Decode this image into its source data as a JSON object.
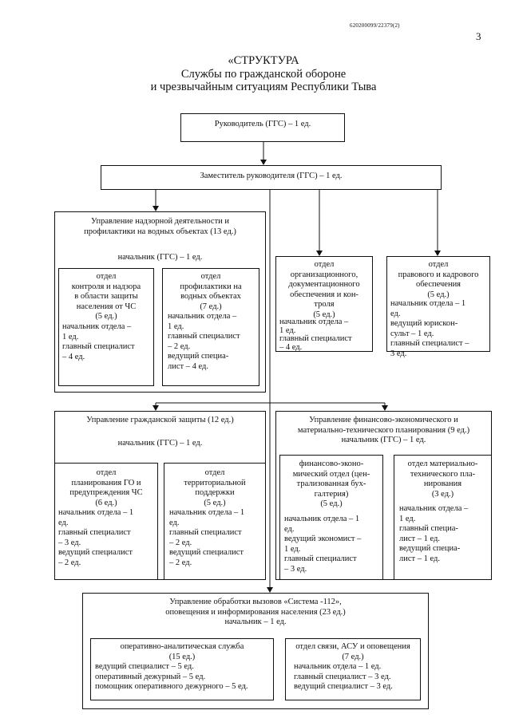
{
  "doc_id": "620200099/22379(2)",
  "page_number": "3",
  "title": {
    "line1": "«СТРУКТУРА",
    "line2": "Службы по гражданской обороне",
    "line3": "и чрезвычайным ситуациям Республики Тыва"
  },
  "head": "Руководитель (ГГС) – 1 ед.",
  "deputy": "Заместитель руководителя (ГГС) – 1 ед.",
  "supervision": {
    "title": "Управление надзорной деятельности и\nпрофилактики на водных объектах (13 ед.)",
    "chief": "начальник (ГГС) – 1 ед.",
    "dept1_head": "отдел\nконтроля и  надзора\nв области защиты\nнаселения  от ЧС\n(5 ед.)",
    "dept1_staff": "начальник отдела –\n1 ед.\nглавный специалист\n– 4 ед.",
    "dept2_head": "отдел\nпрофилактики на\nводных объектах\n(7 ед.)",
    "dept2_staff": "начальник отдела –\n1 ед.\nглавный специалист\n– 2 ед.\nведущий специа-\nлист – 4 ед."
  },
  "org_dept": {
    "head": "отдел\nорганизационного,\nдокументационного\nобеспечения и кон-\nтроля\n(5 ед.)",
    "staff": "начальник отдела –\n1 ед.\nглавный специалист\n– 4 ед."
  },
  "legal_dept": {
    "head": "отдел\nправового и кадрового\nобеспечения\n(5 ед.)",
    "staff": "начальник отдела – 1\nед.\nведущий юрискон-\nсульт – 1 ед.\nглавный специалист –\n3 ед."
  },
  "civil": {
    "title": "Управление гражданской защиты (12 ед.)",
    "chief": "начальник (ГГС) – 1 ед.",
    "dept1_head": "отдел\nпланирования ГО и\nпредупреждения ЧС\n(6 ед.)",
    "dept1_staff": "начальник отдела – 1\nед.\nглавный специалист\n– 3 ед.\nведущий специалист\n– 2 ед.",
    "dept2_head": "отдел\nтерриториальной\nподдержки\n(5 ед.)",
    "dept2_staff": "начальник отдела – 1\nед.\nглавный специалист\n– 2 ед.\nведущий специалист\n– 2 ед."
  },
  "finance": {
    "title": "Управление финансово-экономического и\nматериально-технического планирования (9 ед.)\nначальник (ГГС) – 1 ед.",
    "dept1_head": "финансово-эконо-\nмический отдел (цен-\nтрализованная бух-\nгалтерия)\n(5 ед.)",
    "dept1_staff": "начальник отдела – 1\nед.\nведущий экономист –\n1 ед.\nглавный специалист\n– 3 ед.",
    "dept2_head": "отдел материально-\nтехнического пла-\nнирования\n(3 ед.)",
    "dept2_staff": "начальник отдела –\n1 ед.\nглавный специа-\nлист – 1 ед.\nведущий специа-\nлист – 1 ед."
  },
  "calls": {
    "title": "Управление обработки вызовов «Система -112»,\nоповещения и информирования населения (23 ед.)\nначальник – 1 ед.",
    "dept1_head": "оперативно-аналитическая служба\n(15 ед.)",
    "dept1_staff": "ведущий специалист – 5 ед.\nоперативный дежурный – 5 ед.\nпомощник оперативного дежурного – 5 ед.",
    "dept2_head": "отдел связи, АСУ и оповещения\n(7 ед.)",
    "dept2_staff": "начальник отдела – 1 ед.\nглавный специалист – 3 ед.\nведущий специалист – 3 ед."
  }
}
